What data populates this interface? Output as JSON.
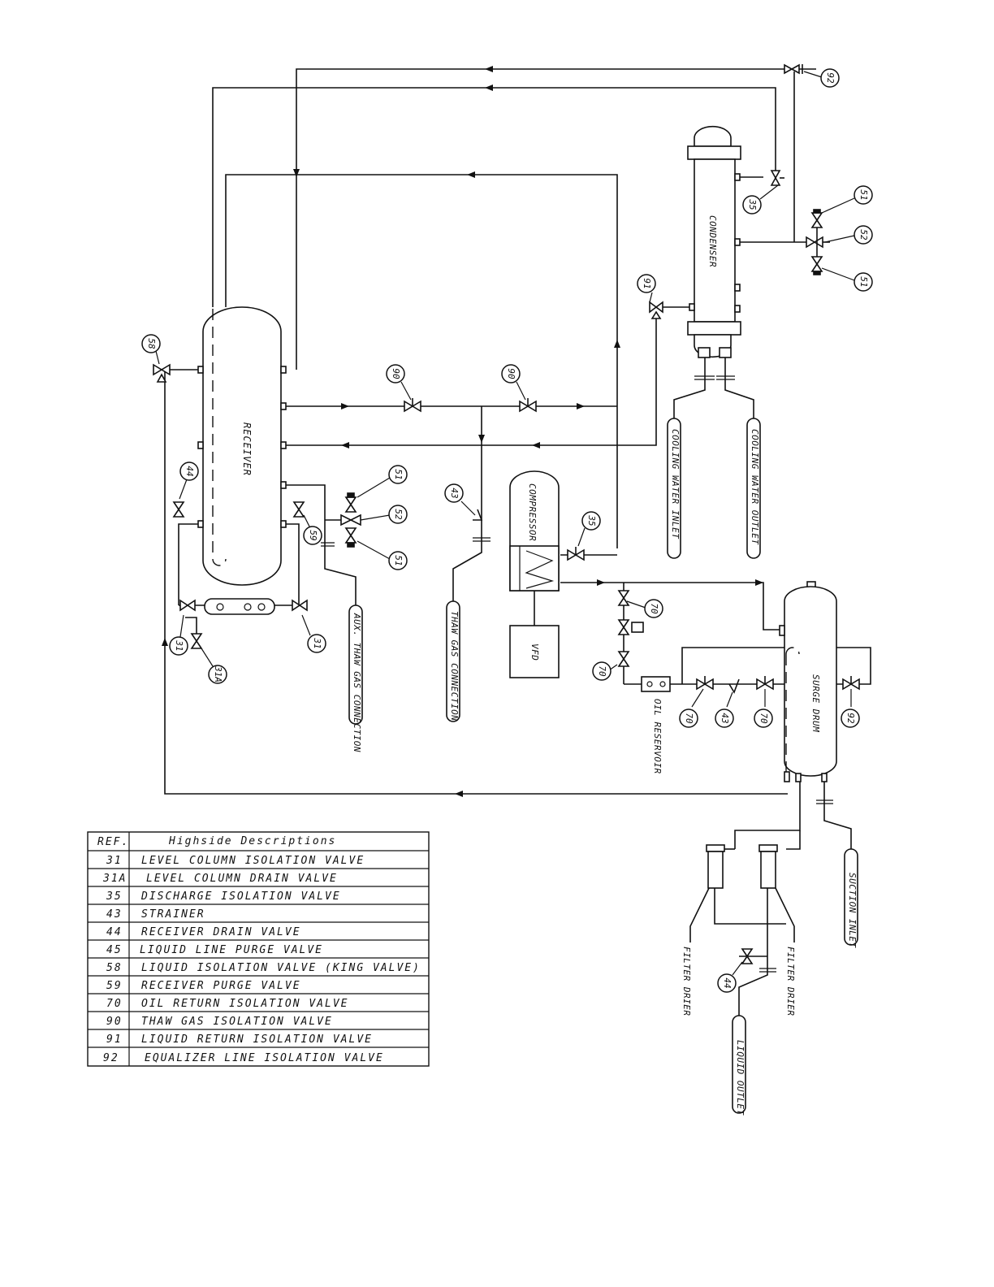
{
  "labels": {
    "receiver": "RECEIVER",
    "condenser": "CONDENSER",
    "compressor": "COMPRESSOR",
    "vfd": "VFD",
    "surge_drum": "SURGE DRUM",
    "oil_reservoir": "OIL RESERVOIR",
    "cooling_water_inlet": "COOLING WATER INLET",
    "cooling_water_outlet": "COOLING WATER OUTLET",
    "aux_thaw_gas": "AUX. THAW GAS CONNECTION",
    "thaw_gas": "THAW GAS CONNECTION",
    "suction_inlet": "SUCTION INLET",
    "liquid_outlet": "LIQUID OUTLET",
    "filter_drier": "FILTER DRIER"
  },
  "bubbles": {
    "b92_top": "92",
    "b35_cond": "35",
    "b51_a": "51",
    "b52_a": "52",
    "b51_b": "51",
    "b91": "91",
    "b58": "58",
    "b90_a": "90",
    "b90_b": "90",
    "b44_recv": "44",
    "b59": "59",
    "b51_c": "51",
    "b52_b": "52",
    "b51_d": "51",
    "b43_thaw": "43",
    "b35_comp": "35",
    "b31_a": "31",
    "b31a": "31A",
    "b31_b": "31",
    "b70_a": "70",
    "b70_b": "70",
    "b70_c": "70",
    "b43_oil": "43",
    "b70_d": "70",
    "b92_surge": "92",
    "b44_filter": "44"
  },
  "table": {
    "header_ref": "REF.",
    "header_desc": "Highside Descriptions",
    "rows": [
      {
        "ref": "31",
        "desc": "LEVEL COLUMN ISOLATION VALVE"
      },
      {
        "ref": "31A",
        "desc": "LEVEL COLUMN DRAIN VALVE"
      },
      {
        "ref": "35",
        "desc": "DISCHARGE ISOLATION VALVE"
      },
      {
        "ref": "43",
        "desc": "STRAINER"
      },
      {
        "ref": "44",
        "desc": "RECEIVER DRAIN VALVE"
      },
      {
        "ref": "45",
        "desc": "LIQUID LINE PURGE VALVE"
      },
      {
        "ref": "58",
        "desc": "LIQUID ISOLATION VALVE (KING VALVE)"
      },
      {
        "ref": "59",
        "desc": "RECEIVER PURGE VALVE"
      },
      {
        "ref": "70",
        "desc": "OIL RETURN ISOLATION VALVE"
      },
      {
        "ref": "90",
        "desc": "THAW GAS ISOLATION VALVE"
      },
      {
        "ref": "91",
        "desc": "LIQUID RETURN ISOLATION VALVE"
      },
      {
        "ref": "92",
        "desc": "EQUALIZER LINE ISOLATION VALVE"
      }
    ]
  }
}
